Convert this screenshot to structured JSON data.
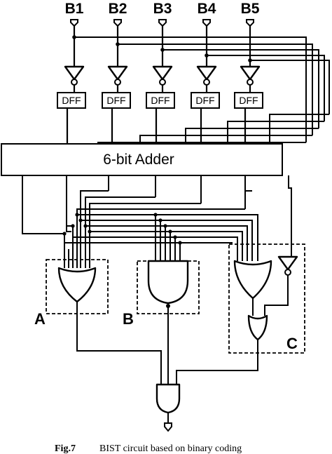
{
  "inputs": [
    "B1",
    "B2",
    "B3",
    "B4",
    "B5"
  ],
  "flipflops": [
    "DFF",
    "DFF",
    "DFF",
    "DFF",
    "DFF"
  ],
  "adder": {
    "label": "6-bit Adder"
  },
  "groups": {
    "a": "A",
    "b": "B",
    "c": "C"
  },
  "caption": {
    "label": "Fig.7",
    "text": "BIST circuit based on binary coding"
  }
}
